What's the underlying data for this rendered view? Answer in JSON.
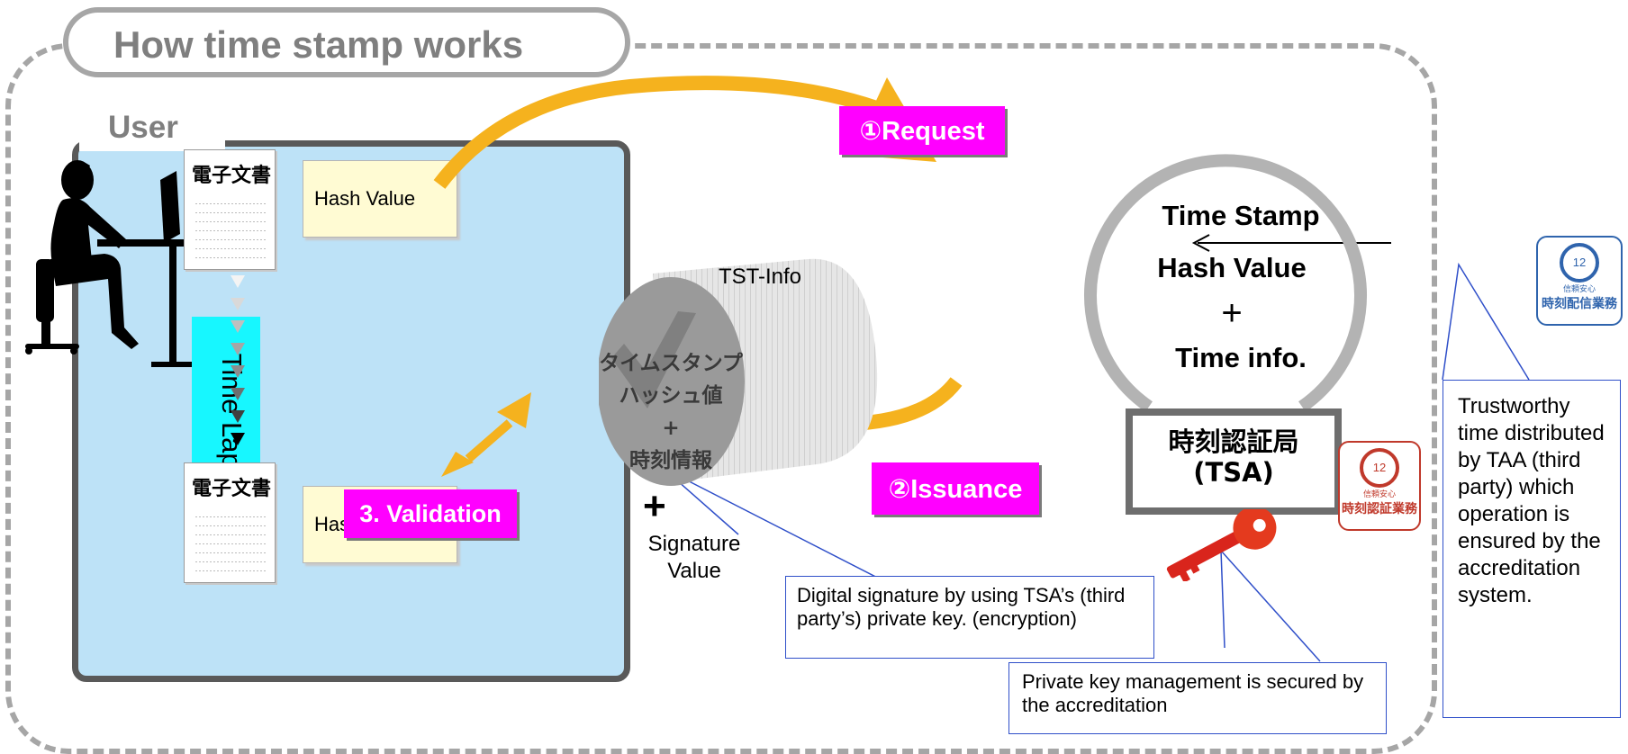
{
  "title": "How time stamp works",
  "user": {
    "label": "User"
  },
  "documents": [
    {
      "title": "電子文書",
      "hash_label": "Hash Value"
    },
    {
      "title": "電子文書",
      "hash_label": "Hash Value"
    }
  ],
  "time_lapse": "Time Lapse",
  "steps": {
    "request": "①Request",
    "issuance": "②Issuance",
    "validation": "3. Validation"
  },
  "tst": {
    "label": "TST-Info",
    "lines": [
      "タイムスタンプ",
      "ハッシュ値",
      "+",
      "時刻情報"
    ],
    "plus": "+",
    "signature": "Signature\nValue"
  },
  "tsa": {
    "time_stamp": "Time Stamp",
    "hash_value": "Hash Value",
    "plus": "+",
    "time_info": "Time info.",
    "name_jp": "時刻認証局",
    "name_en": "(TSA)"
  },
  "callouts": {
    "digital_signature": "Digital signature by using TSA’s (third party’s) private key.  (encryption)",
    "private_key": "Private key management is secured  by the accreditation",
    "trustworthy_time": "Trustworthy time distributed by TAA (third party) which operation is ensured by the accreditation system."
  },
  "seals": {
    "taa": {
      "top": "信頼安心",
      "main": "時刻配信業務",
      "number": "12"
    },
    "tsa": {
      "top": "信頼安心",
      "main": "時刻認証業務",
      "number": "12"
    }
  },
  "colors": {
    "panel": "#bde2f7",
    "arrow": "#f5b21e",
    "step": "#ff00ff",
    "time_lapse": "#17f7ff",
    "hash": "#fffbd3",
    "callout_border": "#2f4fc9",
    "seal_blue": "#2f64ad",
    "seal_red": "#c0392b"
  }
}
